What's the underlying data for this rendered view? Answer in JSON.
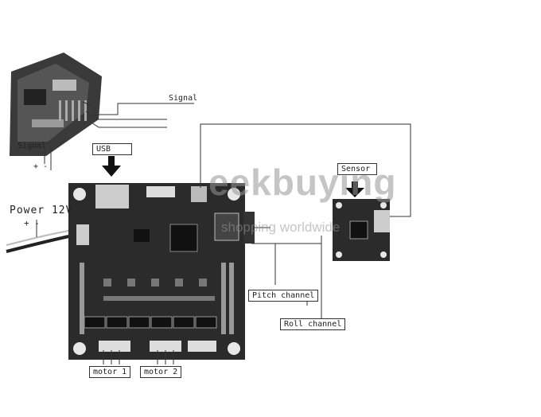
{
  "labels": {
    "signal_top": "Signal",
    "signal_left": "Signal",
    "power": "Power 12V",
    "plus_minus": "+ -",
    "usb": "USB",
    "sensor": "Sensor",
    "pitch": "Pitch channel",
    "roll": "Roll channel",
    "motor1": "motor 1",
    "motor2": "motor 2"
  },
  "watermark": {
    "brand": "eekbuying",
    "tagline": "shopping worldwide"
  },
  "colors": {
    "line": "#333333",
    "board": "#2b2b2b",
    "pad": "#e8e8e8",
    "wire": "#dddddd"
  }
}
